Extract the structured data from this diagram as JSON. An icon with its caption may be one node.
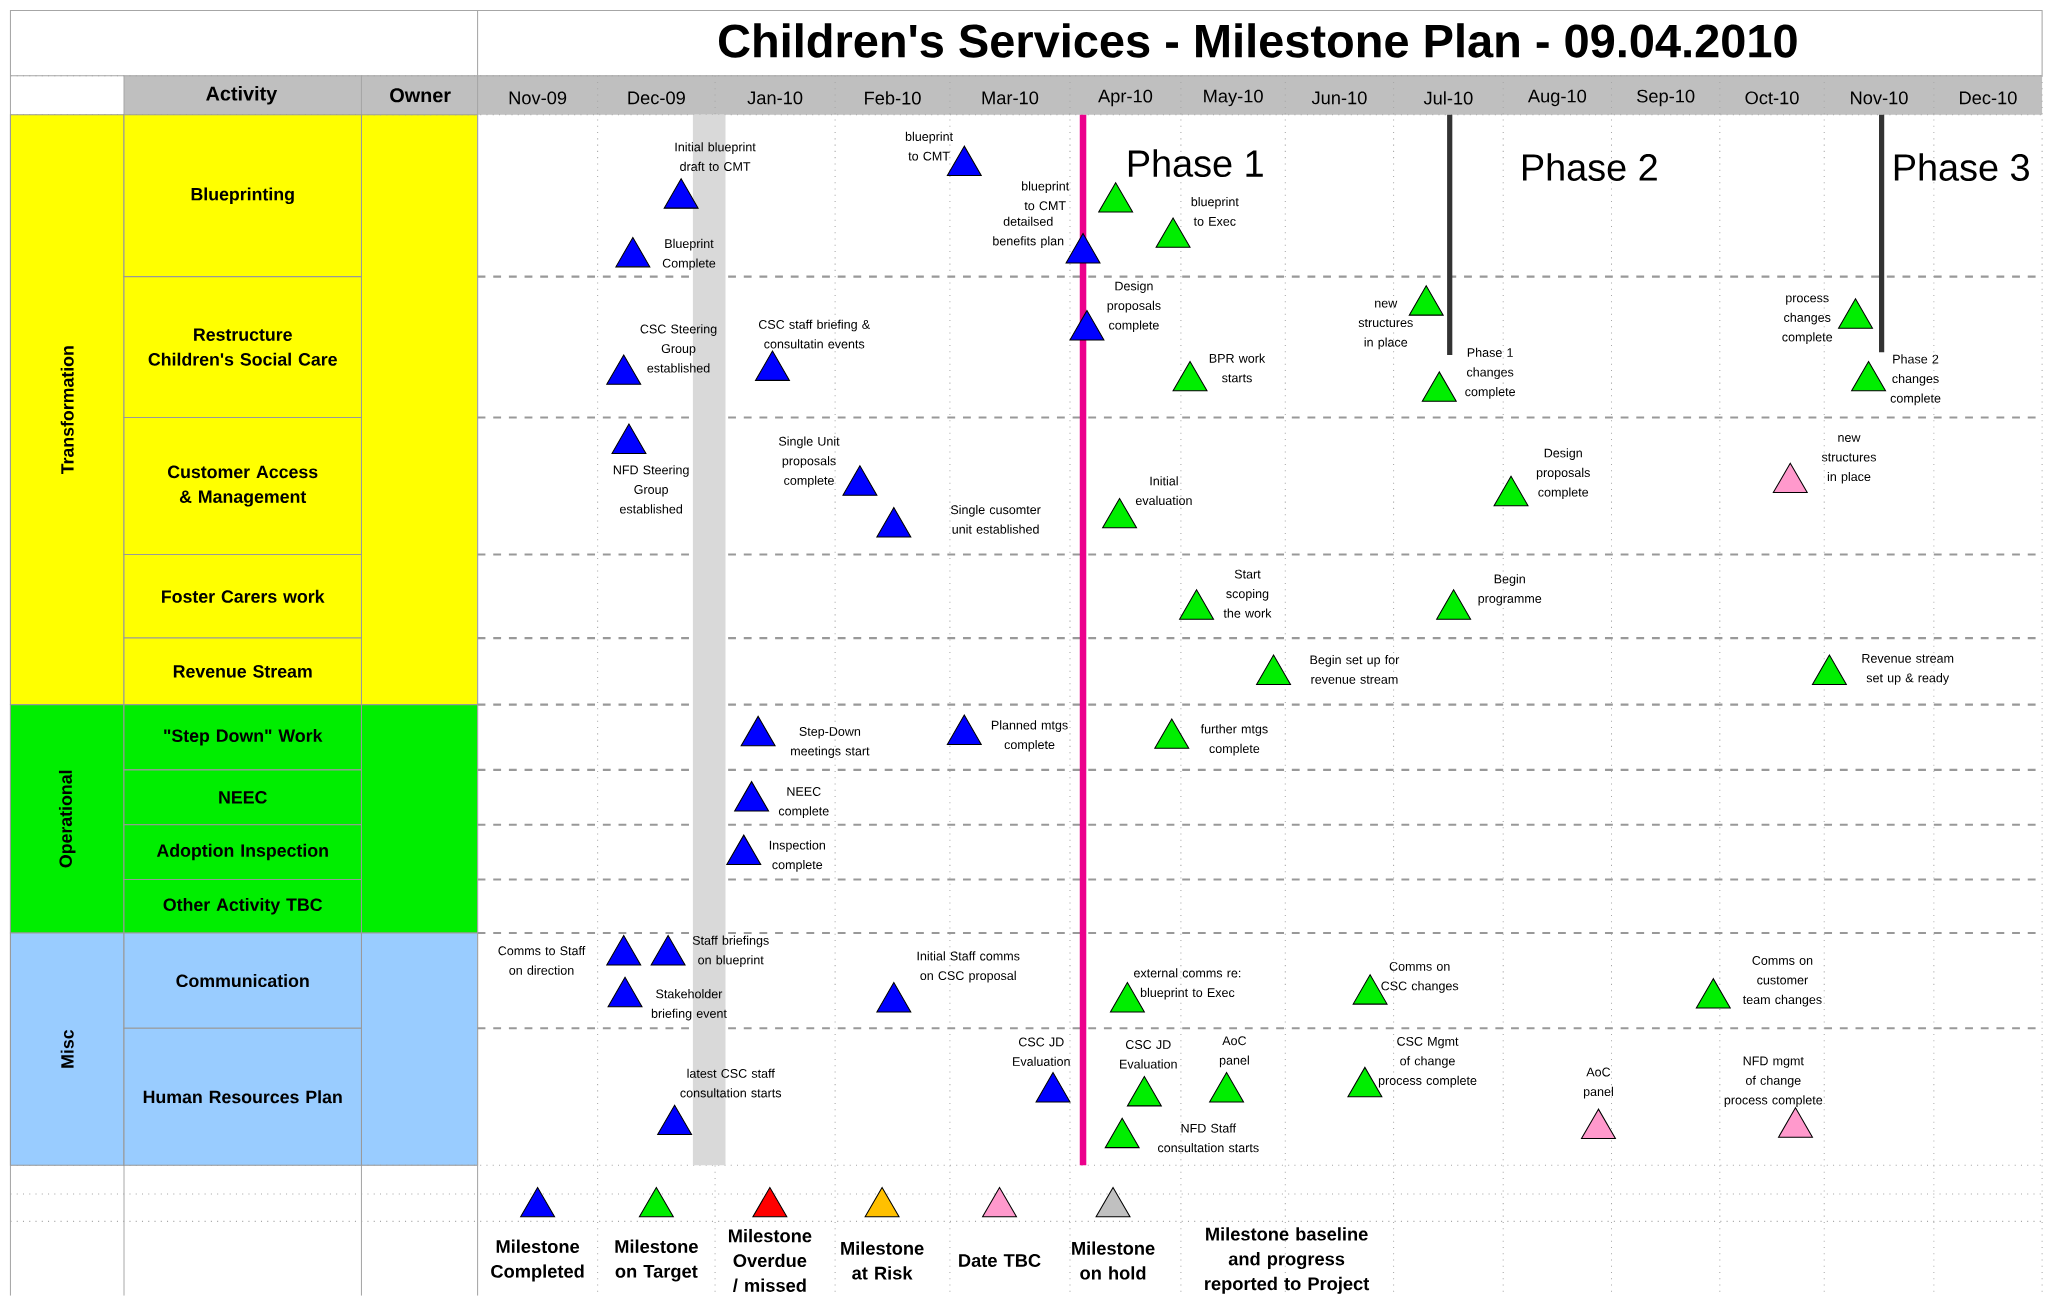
{
  "diagram": {
    "title": "Children's Services - Milestone Plan - 09.04.2010",
    "nodes": [
      {
        "text": [
          "Transformation"
        ]
      },
      {
        "text": [
          "Blueprinting"
        ]
      },
      {
        "text": [
          "Restructure Children's Social Care"
        ]
      },
      {
        "text": [
          "Customer Access & Management"
        ]
      },
      {
        "text": [
          "Foster Carers work"
        ]
      },
      {
        "text": [
          "Revenue Stream"
        ]
      },
      {
        "text": [
          "Operational"
        ]
      },
      {
        "text": [
          "\"Step Down\" Work"
        ]
      },
      {
        "text": [
          "NEEC"
        ]
      },
      {
        "text": [
          "Adoption Inspection"
        ]
      },
      {
        "text": [
          "Other Activity TBC"
        ]
      },
      {
        "text": [
          "Misc"
        ]
      },
      {
        "text": [
          "Communication"
        ]
      },
      {
        "text": [
          "Human Resources Plan"
        ]
      },
      {
        "text": [],
        "shape": "triangle",
        "beside": [
          "Initial blueprint draft to CMT"
        ]
      },
      {
        "text": [],
        "shape": "triangle",
        "beside": [
          "Blueprint Complete"
        ]
      },
      {
        "text": [],
        "shape": "triangle",
        "beside": [
          "blueprint to CMT"
        ]
      },
      {
        "text": [],
        "shape": "triangle",
        "beside": [
          "blueprint to CMT"
        ]
      },
      {
        "text": [],
        "shape": "triangle",
        "beside": [
          "blueprint to Exec"
        ]
      },
      {
        "text": [],
        "shape": "triangle",
        "beside": [
          "detailsed benefits plan"
        ]
      },
      {
        "text": [],
        "shape": "triangle",
        "beside": [
          "CSC Steering Group established"
        ]
      },
      {
        "text": [],
        "shape": "triangle",
        "beside": [
          "CSC staff briefing & consultatin events"
        ]
      },
      {
        "text": [],
        "shape": "triangle",
        "beside": [
          "Design proposals complete"
        ]
      },
      {
        "text": [],
        "shape": "triangle",
        "beside": [
          "BPR work starts"
        ]
      },
      {
        "text": [],
        "shape": "triangle",
        "beside": [
          "new structures in place"
        ]
      },
      {
        "text": [],
        "shape": "triangle",
        "beside": [
          "Phase 1 changes complete"
        ]
      },
      {
        "text": [],
        "shape": "triangle",
        "beside": [
          "process changes complete"
        ]
      },
      {
        "text": [],
        "shape": "triangle",
        "beside": [
          "Phase 2 changes complete"
        ]
      },
      {
        "text": [],
        "shape": "triangle",
        "beside": [
          "NFD Steering Group established"
        ]
      },
      {
        "text": [],
        "shape": "triangle",
        "beside": [
          "Single Unit proposals complete"
        ]
      },
      {
        "text": [],
        "shape": "triangle",
        "beside": [
          "Single cusomter unit established"
        ]
      },
      {
        "text": [],
        "shape": "triangle",
        "beside": [
          "Initial evaluation"
        ]
      },
      {
        "text": [],
        "shape": "triangle",
        "beside": [
          "Design proposals complete"
        ]
      },
      {
        "text": [],
        "shape": "triangle",
        "beside": [
          "new structures in place"
        ]
      },
      {
        "text": [],
        "shape": "triangle",
        "beside": [
          "Start scoping the work"
        ]
      },
      {
        "text": [],
        "shape": "triangle",
        "beside": [
          "Begin programme"
        ]
      },
      {
        "text": [],
        "shape": "triangle",
        "beside": [
          "Begin set up for revenue stream"
        ]
      },
      {
        "text": [],
        "shape": "triangle",
        "beside": [
          "Revenue stream set up & ready"
        ]
      },
      {
        "text": [],
        "shape": "triangle",
        "beside": [
          "Step-Down meetings start"
        ]
      },
      {
        "text": [],
        "shape": "triangle",
        "beside": [
          "Planned mtgs complete"
        ]
      },
      {
        "text": [],
        "shape": "triangle",
        "beside": [
          "further mtgs complete"
        ]
      },
      {
        "text": [],
        "shape": "triangle",
        "beside": [
          "NEEC complete"
        ]
      },
      {
        "text": [],
        "shape": "triangle",
        "beside": [
          "Inspection complete"
        ]
      },
      {
        "text": [],
        "shape": "triangle",
        "beside": [
          "Comms to Staff on direction"
        ]
      },
      {
        "text": [],
        "shape": "triangle",
        "beside": [
          "Staff briefings on blueprint"
        ]
      },
      {
        "text": [],
        "shape": "triangle",
        "beside": [
          "Stakeholder briefing event"
        ]
      },
      {
        "text": [],
        "shape": "triangle",
        "beside": [
          "Initial Staff comms on CSC proposal"
        ]
      },
      {
        "text": [],
        "shape": "triangle",
        "beside": [
          "external comms re: blueprint to Exec"
        ]
      },
      {
        "text": [],
        "shape": "triangle",
        "beside": [
          "Comms on CSC changes"
        ]
      },
      {
        "text": [],
        "shape": "triangle",
        "beside": [
          "Comms on customer team changes"
        ]
      },
      {
        "text": [],
        "shape": "triangle",
        "beside": [
          "latest CSC staff consultation starts"
        ]
      },
      {
        "text": [],
        "shape": "triangle",
        "beside": [
          "CSC JD Evaluation"
        ]
      },
      {
        "text": [],
        "shape": "triangle",
        "beside": [
          "CSC JD Evaluation"
        ]
      },
      {
        "text": [],
        "shape": "triangle",
        "beside": [
          "AoC panel"
        ]
      },
      {
        "text": [],
        "shape": "triangle",
        "beside": [
          "NFD Staff consultation starts"
        ]
      },
      {
        "text": [],
        "shape": "triangle",
        "beside": [
          "CSC Mgmt of change process complete"
        ]
      },
      {
        "text": [],
        "shape": "triangle",
        "beside": [
          "AoC panel"
        ]
      },
      {
        "text": [],
        "shape": "triangle",
        "beside": [
          "NFD mgmt of change process complete"
        ]
      }
    ],
    "labels": [
      "Activity",
      "Owner",
      "Nov-09",
      "Dec-09",
      "Jan-10",
      "Feb-10",
      "Mar-10",
      "Apr-10",
      "May-10",
      "Jun-10",
      "Jul-10",
      "Aug-10",
      "Sep-10",
      "Oct-10",
      "Nov-10",
      "Dec-10",
      "Phase 1",
      "Phase 2",
      "Phase 3",
      "Milestone baseline and progress reported to Project"
    ],
    "legend": [
      {
        "text": "Milestone Completed",
        "color": "#0000ff"
      },
      {
        "text": "Milestone on Target",
        "color": "#00ee00"
      },
      {
        "text": "Milestone Overdue / missed",
        "color": "#ff0000"
      },
      {
        "text": "Milestone at Risk",
        "color": "#ffc000"
      },
      {
        "text": "Date TBC",
        "color": "#ff99cc"
      },
      {
        "text": "Milestone on hold",
        "color": "#c0c0c0"
      }
    ]
  }
}
